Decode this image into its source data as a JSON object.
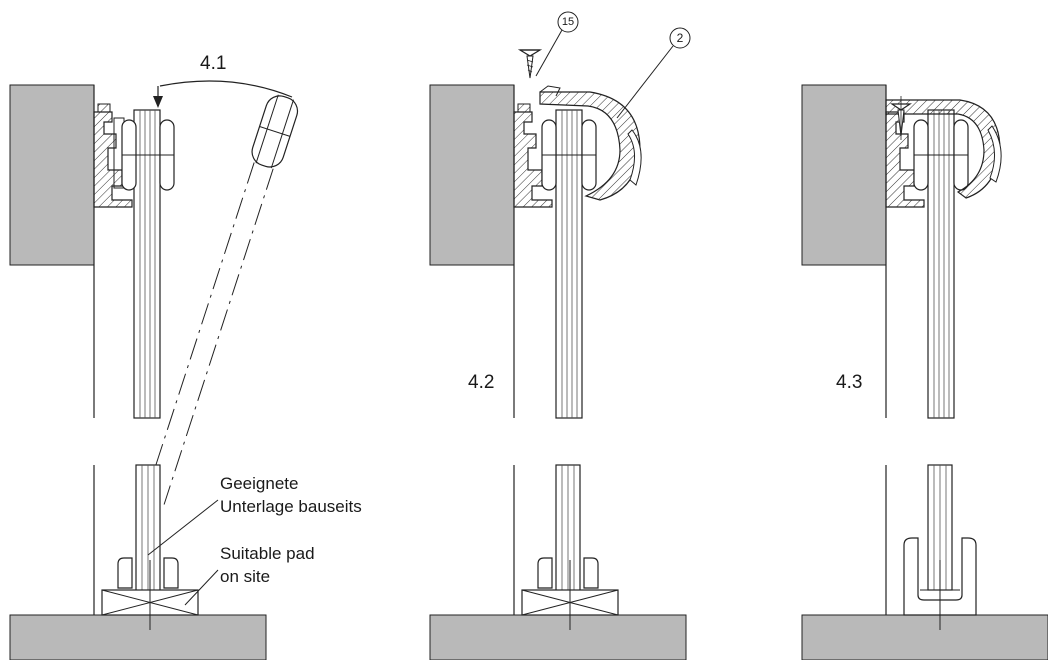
{
  "steps": {
    "step1": "4.1",
    "step2": "4.2",
    "step3": "4.3"
  },
  "callouts": {
    "screw": "15",
    "cover": "2"
  },
  "notes": {
    "de_line1": "Geeignete",
    "de_line2": "Unterlage bauseits",
    "en_line1": "Suitable pad",
    "en_line2": "on site"
  },
  "colors": {
    "wall": "#b9b9b9",
    "line": "#1a1a1a",
    "hatch": "#333333"
  }
}
